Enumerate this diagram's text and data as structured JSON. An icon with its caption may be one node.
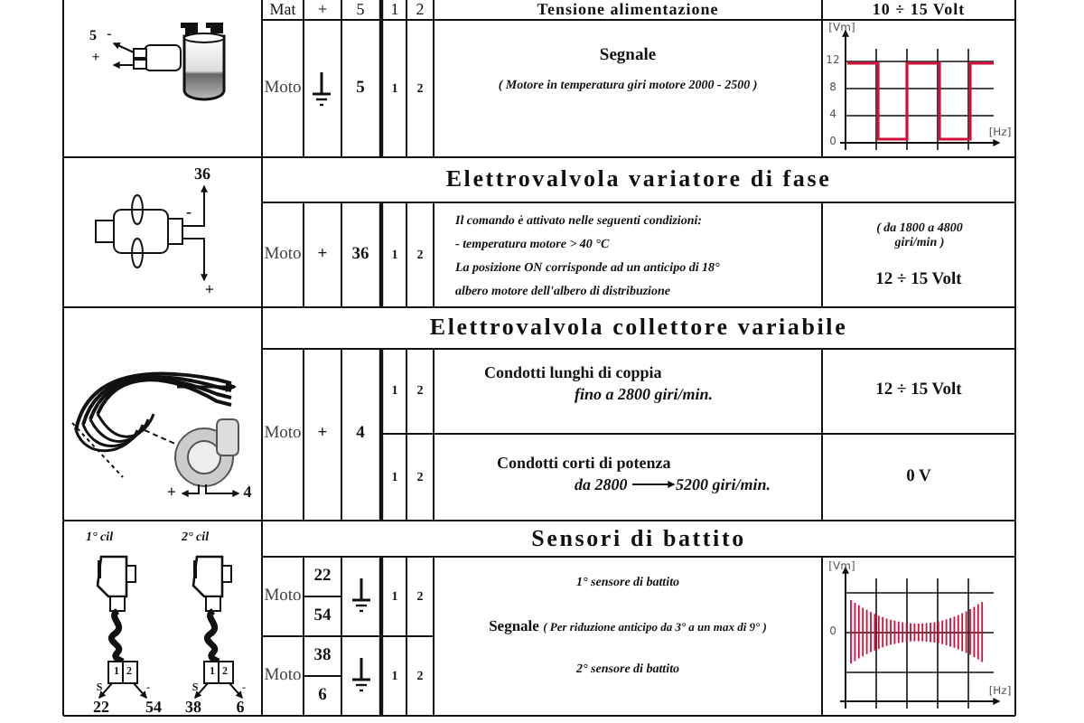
{
  "diagram": {
    "labels": [
      "Mat",
      "+",
      "5",
      "1",
      "2",
      "Tensione alimentazione",
      "10 ÷ 15 Volt",
      "5",
      "-",
      "+",
      "Moto",
      "5",
      "1",
      "2",
      "Segnale",
      "( Motore in temperatura giri motore 2000 - 2500 )",
      "[Vm]",
      "12",
      "8",
      "4",
      "0",
      "[Hz]",
      "Elettrovalvola variatore di fase",
      "36",
      "-",
      "+",
      "Moto",
      "+",
      "36",
      "1",
      "2",
      "Il comando è attivato nelle seguenti condizioni:",
      "- temperatura motore > 40 °C",
      "La posizione ON corrisponde ad un anticipo di 18°",
      "albero motore dell'albero di distribuzione",
      "( da 1800 a 4800 giri/min )",
      "12 ÷ 15 Volt",
      "Elettrovalvola collettore variabile",
      "+",
      "4",
      "Moto",
      "+",
      "4",
      "1",
      "2",
      "Condotti lunghi di coppia",
      "fino a 2800 giri/min.",
      "12 ÷ 15 Volt",
      "1",
      "2",
      "Condotti corti di potenza",
      "da 2800",
      "5200 giri/min.",
      "0 V",
      "Sensori di battito",
      "1° cil",
      "2° cil",
      "1",
      "2",
      "1",
      "2",
      "S",
      "-",
      "S",
      "-",
      "22",
      "54",
      "38",
      "6",
      "Moto",
      "22",
      "54",
      "1",
      "2",
      "1° sensore di battito",
      "Segnale *( Per riduzione anticipo da 3° a un max di 9° )*",
      "Moto",
      "38",
      "6",
      "1",
      "2",
      "2° sensore di battito",
      "[Vm]",
      "0",
      "[Hz]"
    ]
  }
}
